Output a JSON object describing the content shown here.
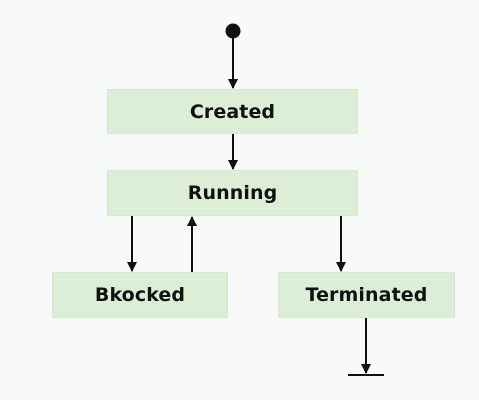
{
  "diagram": {
    "states": {
      "created": "Created",
      "running": "Running",
      "blocked": "Bkocked",
      "terminated": "Terminated"
    },
    "colors": {
      "state_fill": "#dcefd6",
      "line": "#111111",
      "background": "#f8f9f9"
    },
    "transitions": [
      {
        "from": "initial",
        "to": "Created"
      },
      {
        "from": "Created",
        "to": "Running"
      },
      {
        "from": "Running",
        "to": "Bkocked"
      },
      {
        "from": "Bkocked",
        "to": "Running"
      },
      {
        "from": "Running",
        "to": "Terminated"
      },
      {
        "from": "Terminated",
        "to": "final"
      }
    ]
  }
}
